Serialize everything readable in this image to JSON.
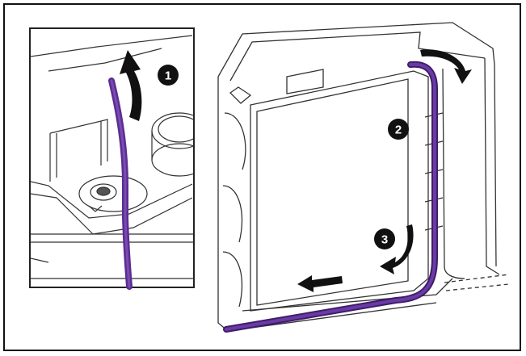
{
  "figure": {
    "colors": {
      "tube": "#5b2d91",
      "tube_dark": "#3f1d68",
      "outline": "#222222",
      "arrow": "#111111",
      "badge_fill": "#111111"
    },
    "inset": {
      "steps": [
        {
          "label": "1"
        }
      ]
    },
    "main": {
      "steps": [
        {
          "label": "2"
        },
        {
          "label": "3"
        }
      ]
    }
  }
}
